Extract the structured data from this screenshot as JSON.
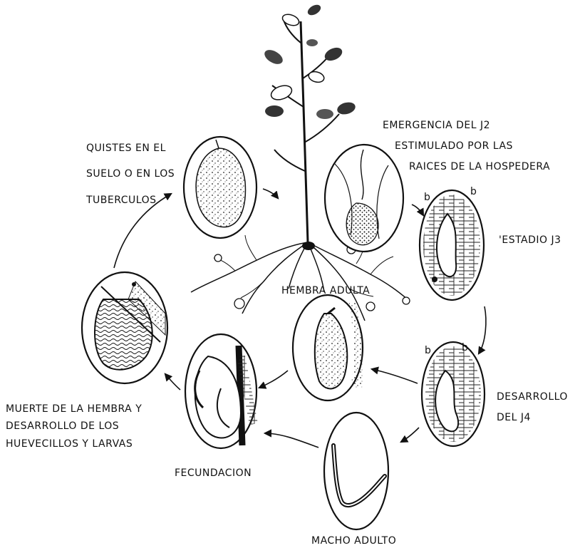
{
  "labels": {
    "cysts": [
      "QUISTES  EN EL",
      "SUELO O EN LOS",
      "TUBERCULOS"
    ],
    "emergence": [
      "EMERGENCIA DEL J2",
      "ESTIMULADO POR LAS",
      "RAICES DE LA HOSPEDERA"
    ],
    "j3": "'ESTADIO  J3",
    "adult_female": "HEMBRA ADULTA",
    "j4": [
      "DESARROLLO",
      "DEL     J4"
    ],
    "adult_male": "MACHO ADULTO",
    "fertilization": "FECUNDACION",
    "female_death": [
      "MUERTE DE LA HEMBRA Y",
      "DESARROLLO DE LOS",
      "HUEVECILLOS Y LARVAS"
    ],
    "small_marks": [
      "b",
      "b",
      "b",
      "b"
    ]
  }
}
